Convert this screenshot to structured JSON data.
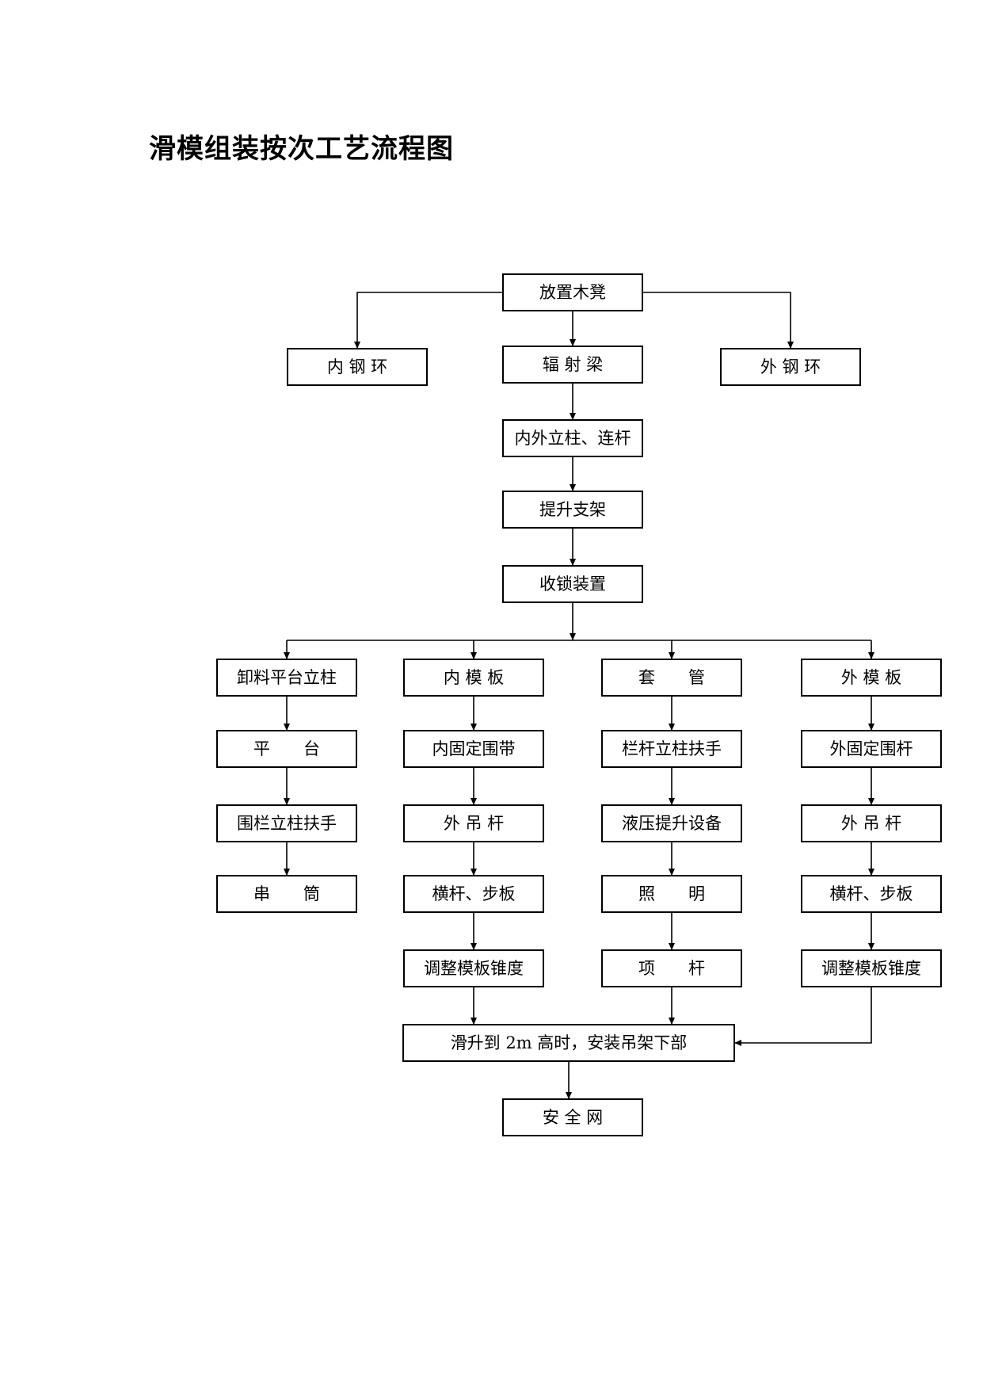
{
  "title": "滑模组装按次工艺流程图",
  "nodes": {
    "n_fangzhi": "放置木凳",
    "n_neigang": "内 钢 环",
    "n_fushe": "辐 射 梁",
    "n_waigang": "外 钢 环",
    "n_lizhu": "内外立柱、连杆",
    "n_tisheng": "提升支架",
    "n_shousuo": "收锁装置",
    "n_xieliao": "卸料平台立柱",
    "n_pingtai": "平　　台",
    "n_weilan": "围栏立柱扶手",
    "n_chuantong": "串　　筒",
    "n_neimoban": "内 模 板",
    "n_neiguding": "内固定围带",
    "n_waidiao1": "外 吊 杆",
    "n_henggan1": "横杆、步板",
    "n_tiaozheng1": "调整模板锥度",
    "n_taoguan": "套　　管",
    "n_langan": "栏杆立柱扶手",
    "n_yeya": "液压提升设备",
    "n_zhaoming": "照　　明",
    "n_xianggan": "项　　杆",
    "n_waimoban": "外 模 板",
    "n_waiguding": "外固定围杆",
    "n_waidiao2": "外 吊 杆",
    "n_henggan2": "横杆、步板",
    "n_tiaozheng2": "调整模板锥度",
    "n_huasheng": "滑升到 2m 高时，安装吊架下部",
    "n_anquan": "安 全 网"
  }
}
